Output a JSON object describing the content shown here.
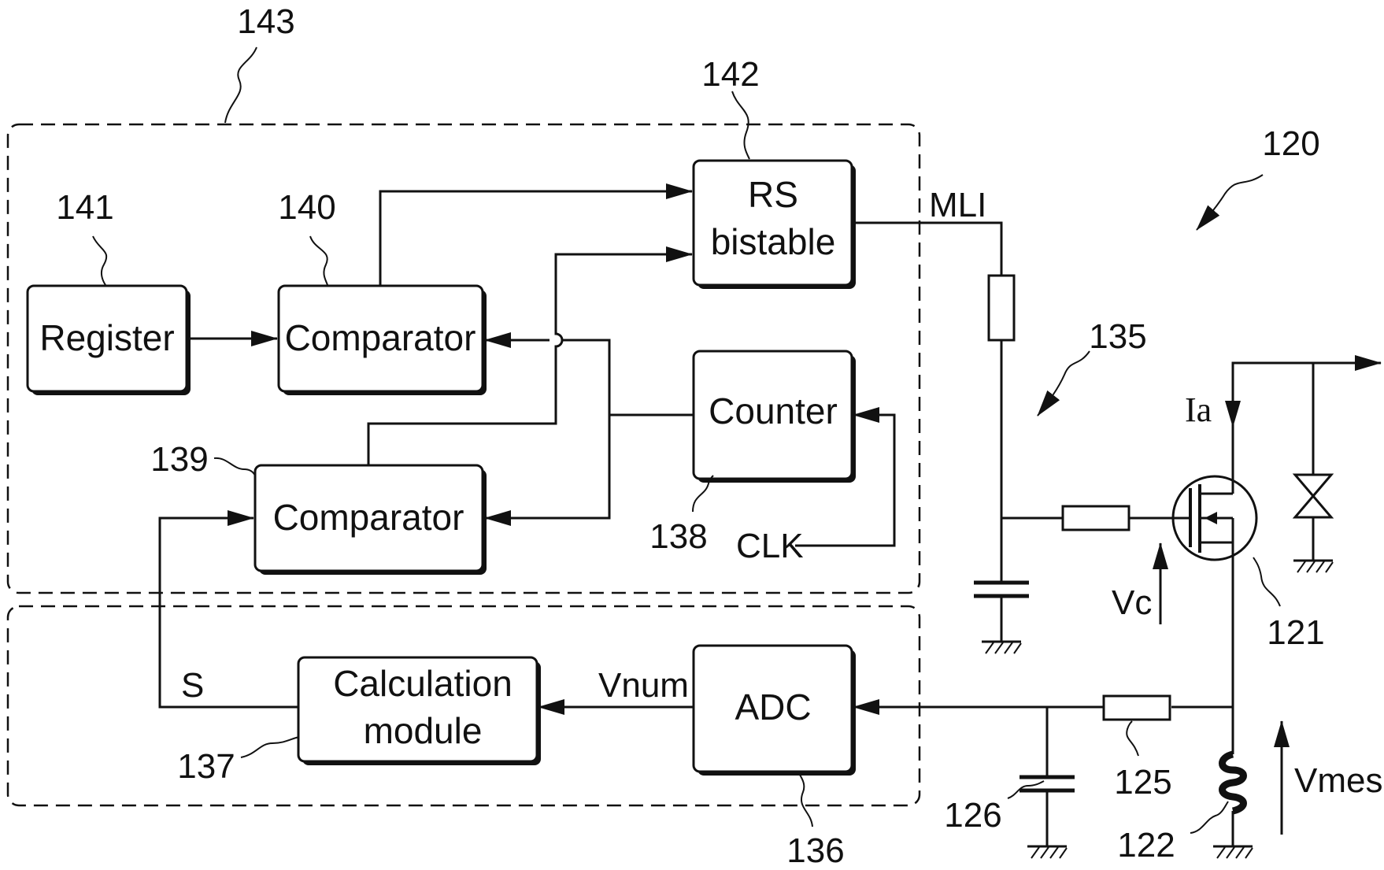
{
  "blocks": {
    "register": "Register",
    "comparator_140": "Comparator",
    "comparator_139": "Comparator",
    "rs_line1": "RS",
    "rs_line2": "bistable",
    "counter": "Counter",
    "calc_line1": "Calculation",
    "calc_line2": "module",
    "adc": "ADC"
  },
  "refs": {
    "r120": "120",
    "r121": "121",
    "r122": "122",
    "r125": "125",
    "r126": "126",
    "r135": "135",
    "r136": "136",
    "r137": "137",
    "r138": "138",
    "r139": "139",
    "r140": "140",
    "r141": "141",
    "r142": "142",
    "r143": "143"
  },
  "signals": {
    "mli": "MLI",
    "clk": "CLK",
    "vnum": "Vnum",
    "s": "S",
    "ia": "Ia",
    "vc": "Vc",
    "vmes": "Vmes"
  }
}
